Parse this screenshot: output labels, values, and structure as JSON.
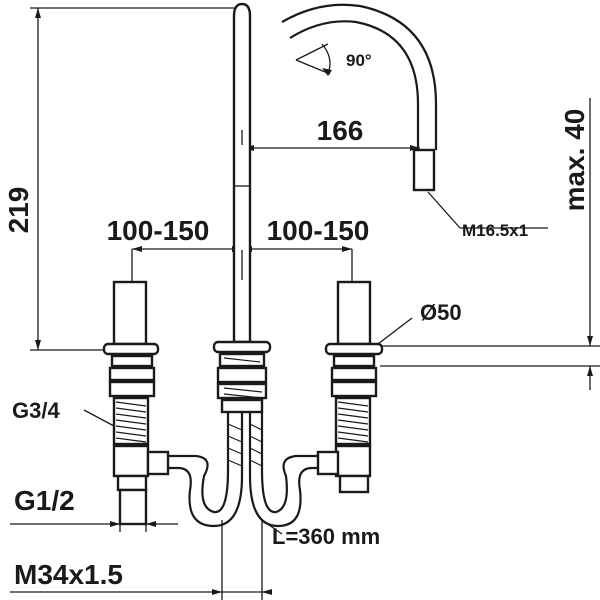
{
  "dimensions": {
    "height_total": "219",
    "spout_reach": "166",
    "swivel_angle": "90°",
    "spread_left": "100-150",
    "spread_right": "100-150",
    "deck_hole": "Ø50",
    "aerator_thread": "M16.5x1",
    "deck_thickness": "max. 40",
    "supply_thread": "G3/4",
    "connection_thread": "G1/2",
    "mount_thread": "M34x1.5",
    "hose_length": "L=360 mm"
  },
  "colors": {
    "line": "#1a1a1a",
    "background": "#ffffff"
  }
}
